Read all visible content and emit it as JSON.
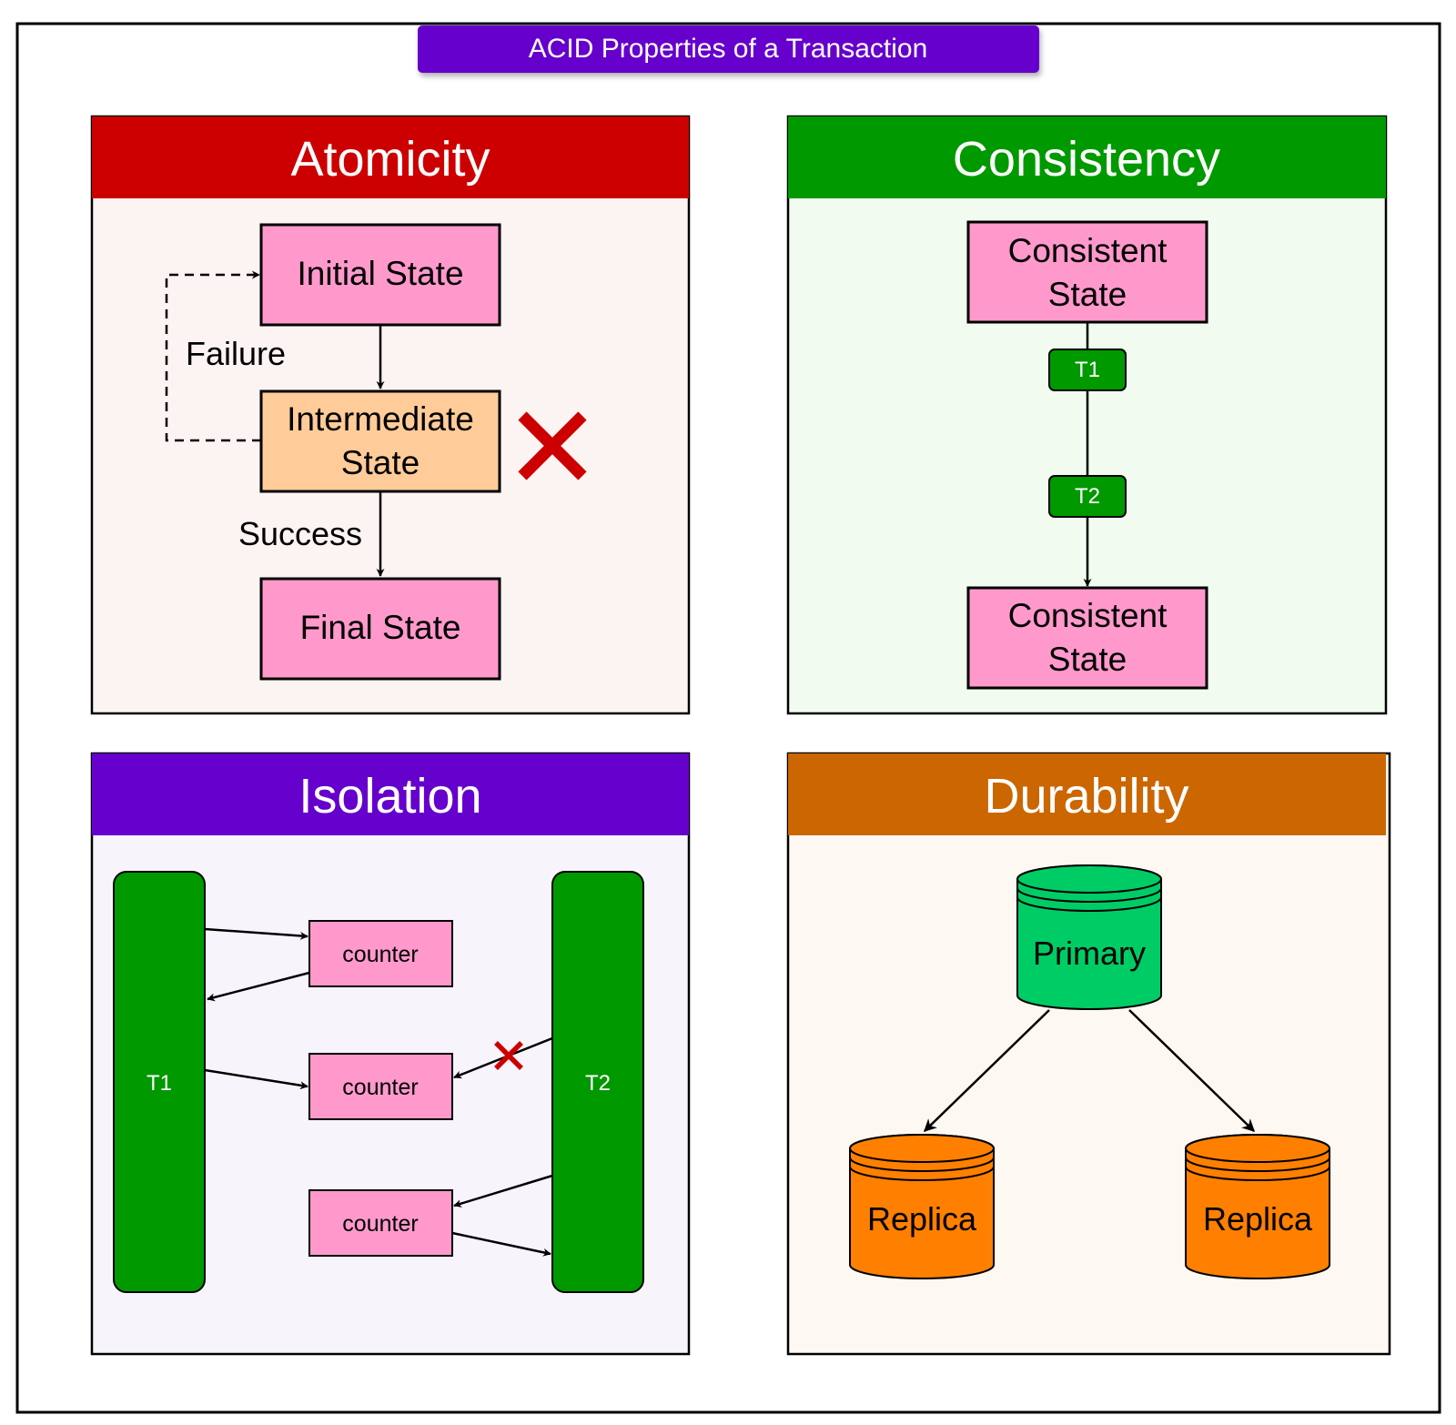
{
  "title": "ACID Properties of a Transaction",
  "colors": {
    "title_bar": "#6600CC",
    "atomicity_header": "#CC0000",
    "atomicity_bg": "#FCF4F2",
    "consistency_header": "#009900",
    "consistency_bg": "#F1FBF0",
    "isolation_header": "#6600CC",
    "isolation_bg": "#F8F4FC",
    "durability_header": "#CC6600",
    "durability_bg": "#FDF8F2",
    "state_pink": "#FF99CC",
    "state_orange": "#FFCC99",
    "transaction_green": "#009900",
    "primary_db": "#00CC66",
    "replica_db": "#FF8000",
    "fail_red": "#CC0000"
  },
  "atomicity": {
    "header": "Atomicity",
    "initial_state": "Initial State",
    "intermediate_state": [
      "Intermediate",
      "State"
    ],
    "final_state": "Final State",
    "failure_label": "Failure",
    "success_label": "Success",
    "fail_mark_icon": "cross-icon"
  },
  "consistency": {
    "header": "Consistency",
    "start_state": [
      "Consistent",
      "State"
    ],
    "end_state": [
      "Consistent",
      "State"
    ],
    "transactions": [
      "T1",
      "T2"
    ]
  },
  "isolation": {
    "header": "Isolation",
    "transaction_left": "T1",
    "transaction_right": "T2",
    "counters": [
      "counter",
      "counter",
      "counter"
    ],
    "blocked_mark_icon": "cross-icon"
  },
  "durability": {
    "header": "Durability",
    "primary": "Primary",
    "replicas": [
      "Replica",
      "Replica"
    ]
  }
}
